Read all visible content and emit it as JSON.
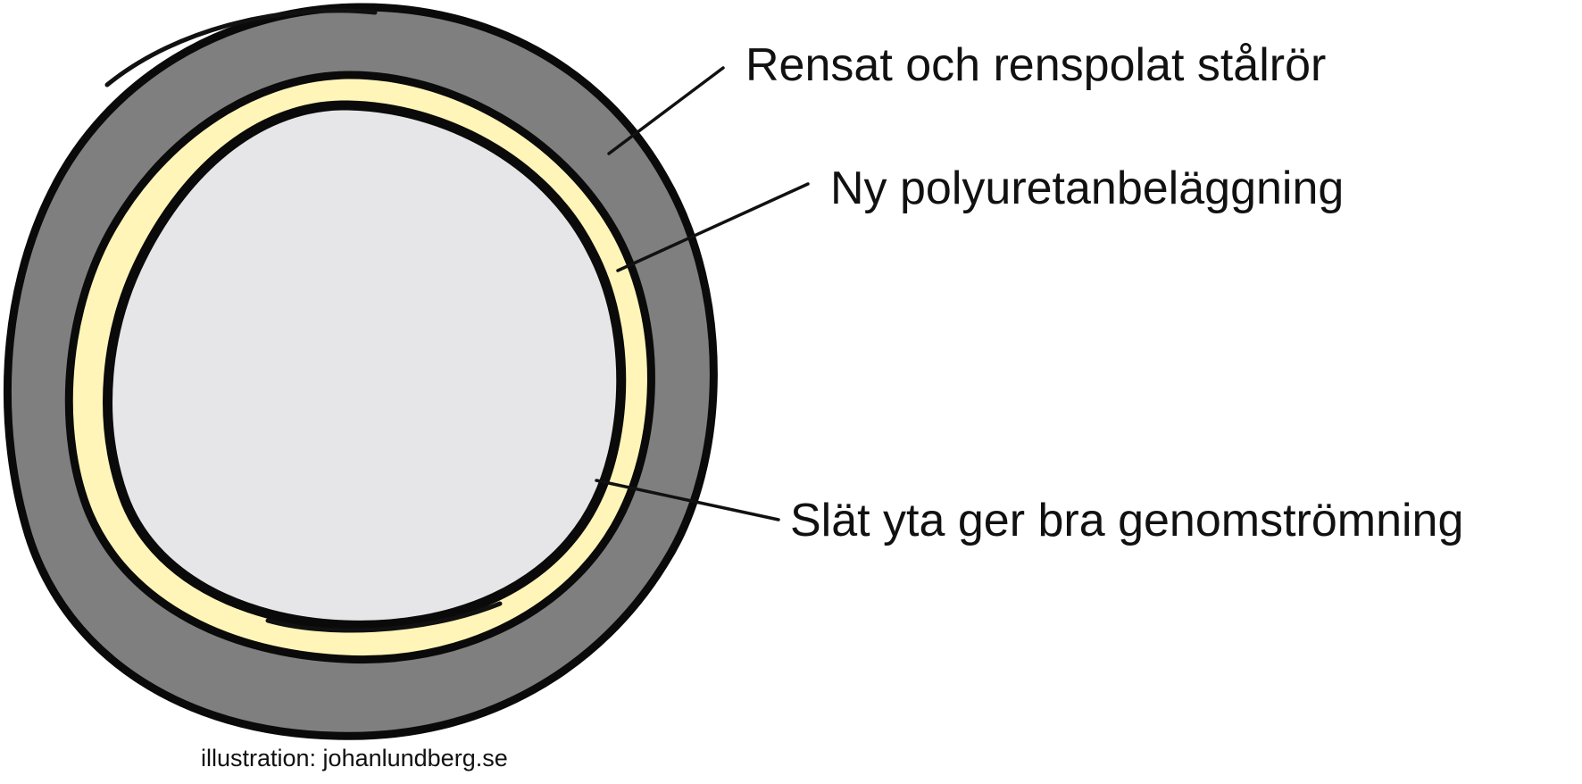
{
  "diagram": {
    "labels": {
      "steel_pipe": "Rensat och renspolat stålrör",
      "coating": "Ny polyuretanbeläggning",
      "surface": "Slät yta ger bra genomströmning"
    },
    "credit": "illustration: johanlundberg.se"
  },
  "colors": {
    "pipe_wall": "#7f7f7f",
    "coating": "#fff5b8",
    "bore": "#e6e6e8",
    "outline": "#0a0a0a",
    "text": "#111111"
  }
}
